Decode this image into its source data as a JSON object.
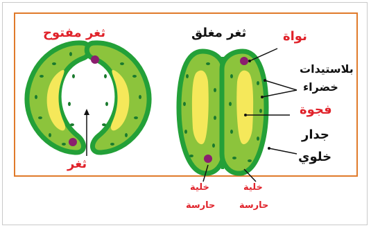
{
  "labels": {
    "open_stoma": "ثغر مفتوح",
    "closed_stoma": "ثغر مغلق",
    "nucleus": "نواة",
    "chloroplasts_line1": "بلاستيدات",
    "chloroplasts_line2": "خضراء",
    "vacuole": "فجوة",
    "cell_wall_line1": "جدار",
    "cell_wall_line2": "خلوي",
    "stoma": "ثغر",
    "guard_cell_left_line1": "خلية",
    "guard_cell_left_line2": "حارسة",
    "guard_cell_right_line1": "خلية",
    "guard_cell_right_line2": "حارسة"
  },
  "colors": {
    "frame_border": "#e07a2a",
    "cell_outer": "#23a038",
    "cell_fill": "#8cc43c",
    "cytoplasm_dot": "#1a7a2e",
    "vacuole": "#f5e85a",
    "nucleus": "#8a1e6e",
    "red_label": "#e0222a"
  }
}
